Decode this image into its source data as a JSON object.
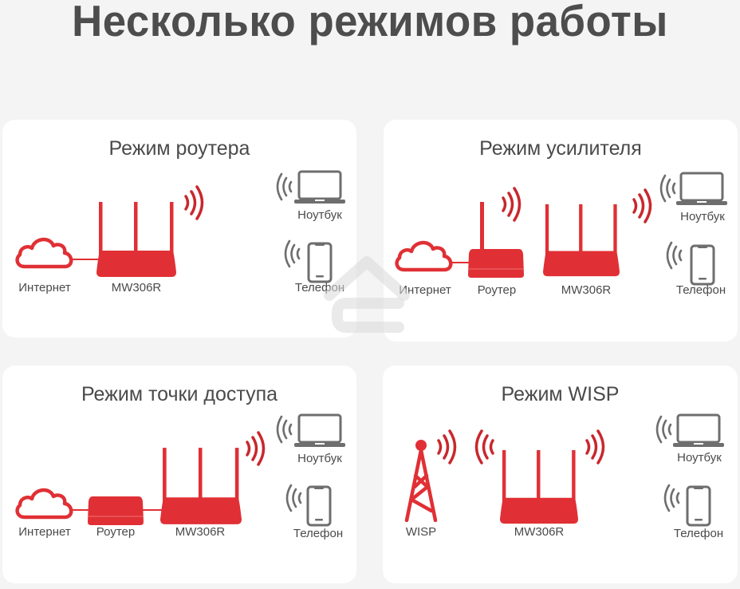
{
  "title": "Несколько режимов работы",
  "colors": {
    "accent": "#e03035",
    "device_gray": "#6e6e6e",
    "card_bg": "#ffffff",
    "page_bg": "#f4f4f4",
    "text": "#4a4a4a"
  },
  "modes": [
    {
      "title": "Режим роутера",
      "nodes": [
        {
          "icon": "cloud-icon",
          "label": "Интернет"
        },
        {
          "icon": "router-icon",
          "label": "MW306R"
        }
      ],
      "clients": [
        {
          "icon": "laptop-icon",
          "label": "Ноутбук"
        },
        {
          "icon": "phone-icon",
          "label": "Телефон"
        }
      ]
    },
    {
      "title": "Режим усилителя",
      "nodes": [
        {
          "icon": "cloud-icon",
          "label": "Интернет"
        },
        {
          "icon": "host-router-icon",
          "label": "Роутер"
        },
        {
          "icon": "router-icon",
          "label": "MW306R"
        }
      ],
      "clients": [
        {
          "icon": "laptop-icon",
          "label": "Ноутбук"
        },
        {
          "icon": "phone-icon",
          "label": "Телефон"
        }
      ]
    },
    {
      "title": "Режим точки доступа",
      "nodes": [
        {
          "icon": "cloud-icon",
          "label": "Интернет"
        },
        {
          "icon": "host-router-icon",
          "label": "Роутер"
        },
        {
          "icon": "router-icon",
          "label": "MW306R"
        }
      ],
      "clients": [
        {
          "icon": "laptop-icon",
          "label": "Ноутбук"
        },
        {
          "icon": "phone-icon",
          "label": "Телефон"
        }
      ]
    },
    {
      "title": "Режим WISP",
      "nodes": [
        {
          "icon": "tower-icon",
          "label": "WISP"
        },
        {
          "icon": "router-icon",
          "label": "MW306R"
        }
      ],
      "clients": [
        {
          "icon": "laptop-icon",
          "label": "Ноутбук"
        },
        {
          "icon": "phone-icon",
          "label": "Телефон"
        }
      ]
    }
  ]
}
